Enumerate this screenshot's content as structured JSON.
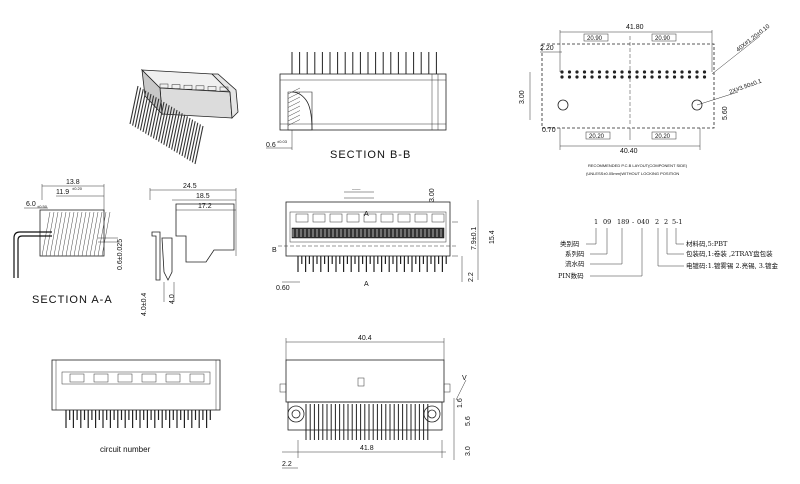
{
  "drawing": {
    "isometric_view": {
      "name": "connector-3d-view"
    },
    "section_bb": {
      "title": "SECTION B-B",
      "dim_thickness": "0.6",
      "dim_thickness_tol": "±0.03"
    },
    "section_aa": {
      "title": "SECTION A-A",
      "dim_width": "13.8",
      "dim_inner": "11.9",
      "dim_inner_tol": "±0.20",
      "dim_left": "6.0",
      "dim_left_tol": "±0.50",
      "dim_height": "0.6±0.025"
    },
    "side_view": {
      "dim_total": "24.5",
      "dim_mid": "18.5",
      "dim_inner": "17.2",
      "dim_pin": "4.0",
      "dim_circle": "4.0±0.4"
    },
    "front_view": {
      "dim_top": "3.00",
      "dim_height": "15.4",
      "dim_mid": "7.9±0.1",
      "dim_pitch": "0.60",
      "dim_bottom": "2.2",
      "label_a": "A",
      "label_b": "B"
    },
    "pcb_layout": {
      "dim_total": "41.80",
      "dim_half_left": "20.90",
      "dim_half_right": "20.90",
      "dim_left_offset": "2.20",
      "dim_height": "3.00",
      "dim_bottom_offset": "0.70",
      "dim_bottom_left": "20.20",
      "dim_bottom_right": "20.20",
      "dim_bottom_total": "40.40",
      "dim_right_height": "5.60",
      "note_holes": "40X#1.20±0.10",
      "note_holes2": "2X#3.50±0.1",
      "caption_line1": "RECOMMENDED P.C.B LAYOUT(COMPONENT SIDE)",
      "caption_line2": "(UNLESS±0.05mm)WITHOUT LOCKING POSITION"
    },
    "part_number": {
      "code": "1 09 189- 040 2 2 5-1",
      "seg1": "1",
      "seg2": "09",
      "seg3": "189",
      "seg4": "040",
      "seg5": "2",
      "seg6": "2",
      "seg7": "5-1",
      "label_category": "类别码",
      "label_series": "系列码",
      "label_serial": "流水码",
      "label_pins": "PIN数码",
      "label_material": "材料码,5:PBT",
      "label_packing": "包装码,1:卷装 ,2TRAY盘包装",
      "label_plating": "电镀码:1.镀雾锡 2.亮锡, 3.镀金"
    },
    "bottom_front": {
      "caption": "circuit number"
    },
    "bottom_top_view": {
      "dim_top": "40.4",
      "dim_bottom": "41.8",
      "dim_left": "2.2",
      "dim_r1": "1.6",
      "dim_r2": "5.6",
      "dim_r3": "3.0",
      "label_v": "V"
    }
  }
}
